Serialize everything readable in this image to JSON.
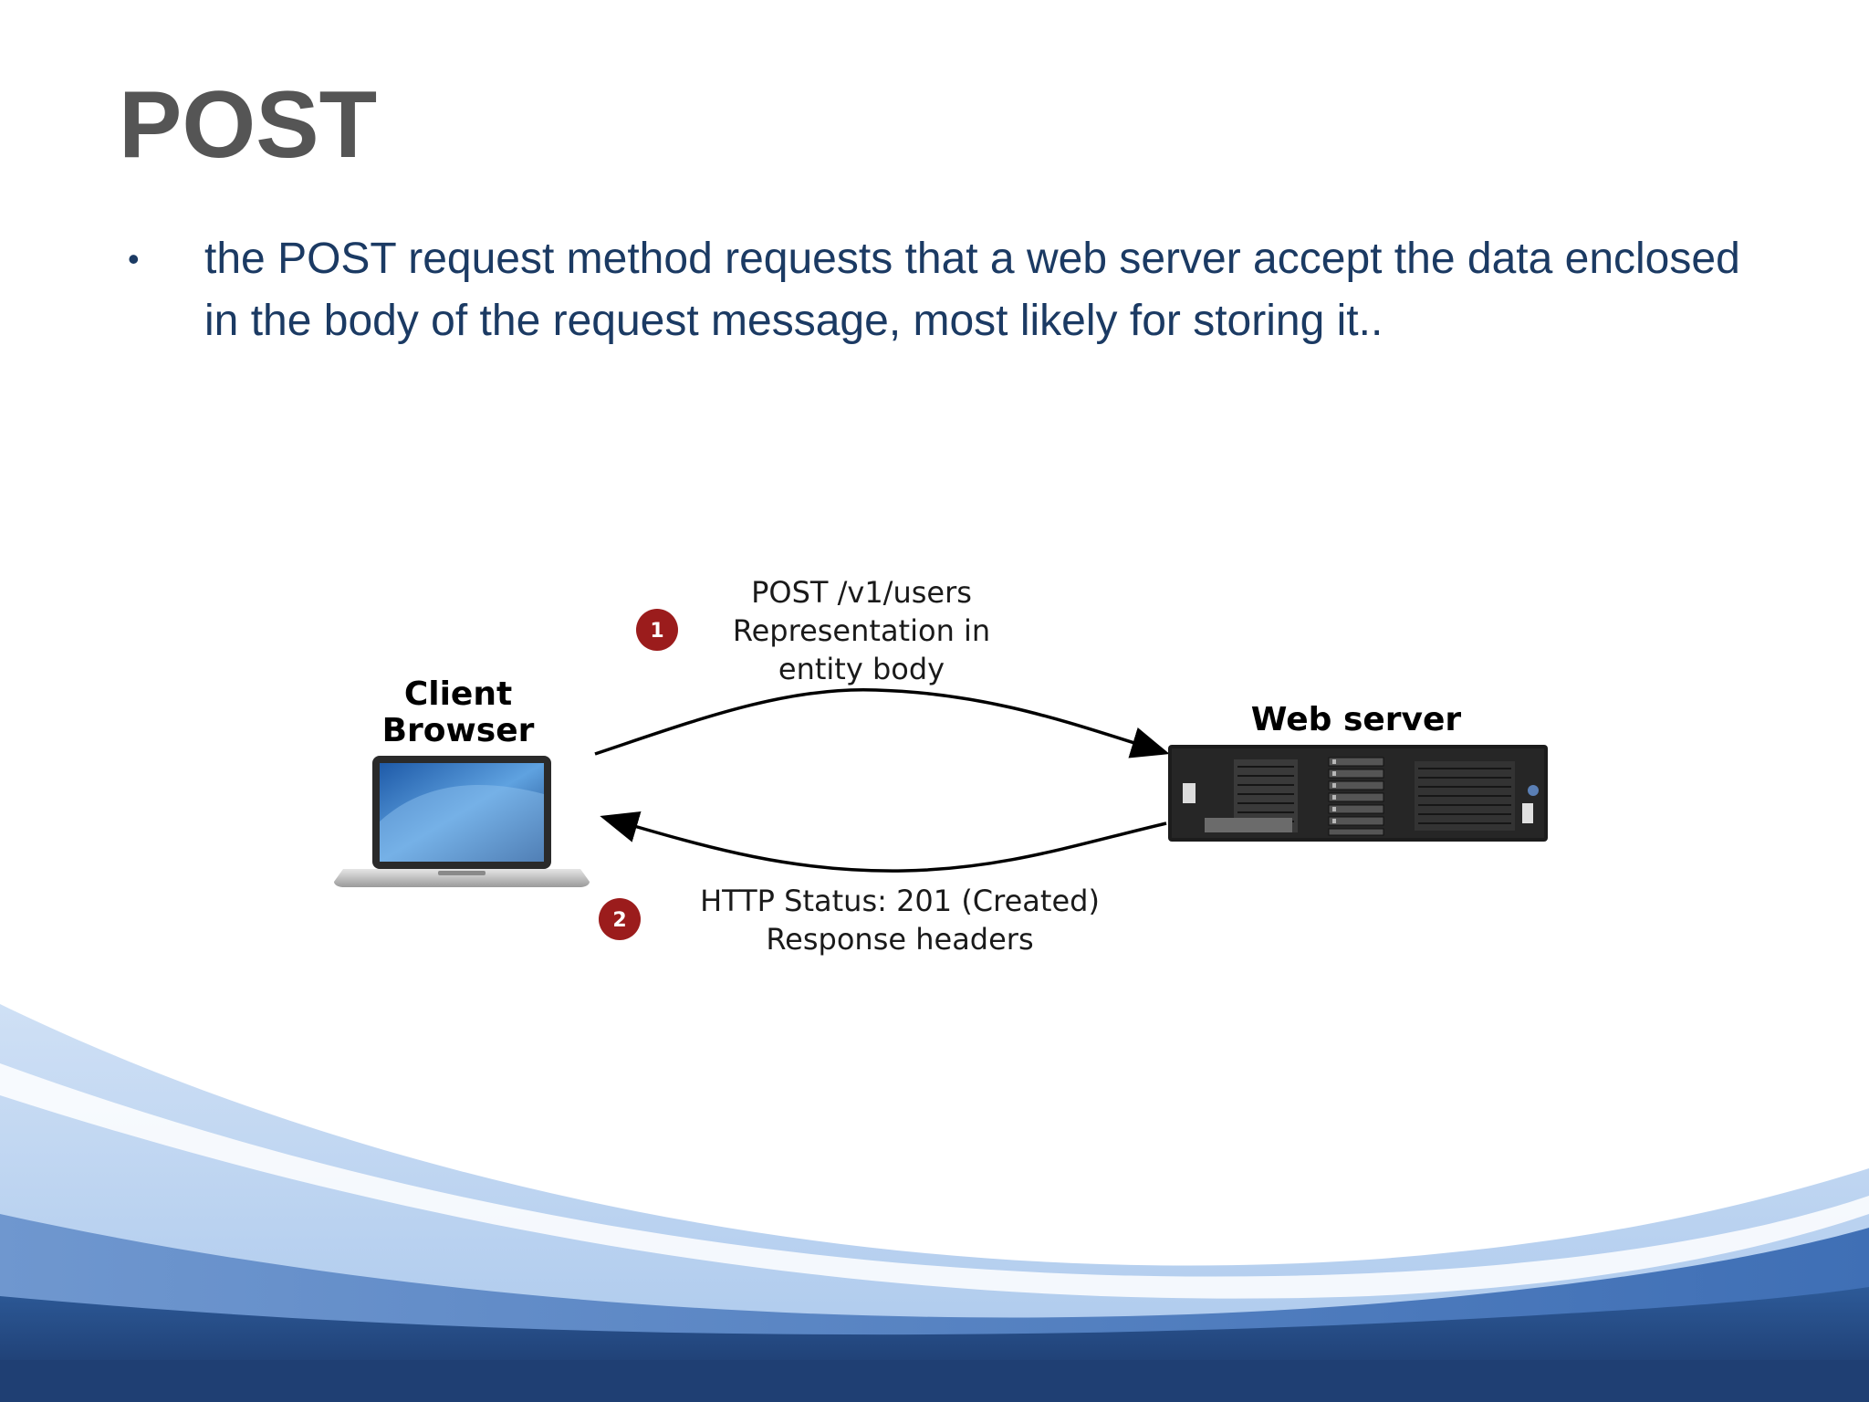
{
  "slide": {
    "title": "POST",
    "bullet": "the POST request method requests that a web server accept the data enclosed in the body of the request message, most likely for storing it.."
  },
  "diagram": {
    "client_label": [
      "Client",
      "Browser"
    ],
    "server_label": "Web server",
    "request": {
      "step": "1",
      "lines": [
        "POST /v1/users",
        "Representation in",
        "entity body"
      ]
    },
    "response": {
      "step": "2",
      "lines": [
        "HTTP Status: 201 (Created)",
        "Response headers"
      ]
    }
  },
  "colors": {
    "title": "#555555",
    "bullet_text": "#1b3a63",
    "badge": "#9b1c1c",
    "wave_dark": "#1f3f73",
    "wave_light": "#a9c7ec"
  },
  "icons": [
    "laptop-icon",
    "server-icon"
  ]
}
